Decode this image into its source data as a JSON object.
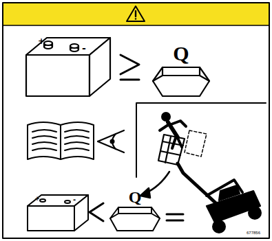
{
  "diagram": {
    "labels": [
      "+",
      "-",
      "Q",
      "+",
      "-",
      "Q",
      "677856"
    ]
  }
}
